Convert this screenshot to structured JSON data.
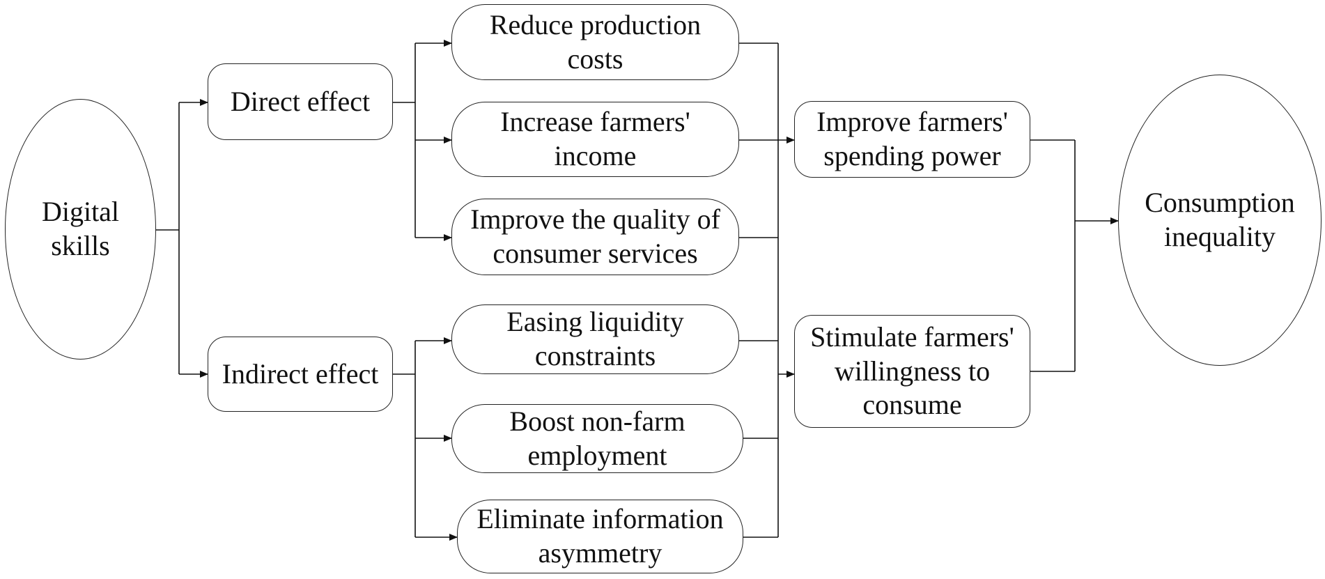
{
  "diagram": {
    "source": {
      "lines": [
        "Digital",
        "skills"
      ]
    },
    "direct": {
      "label": "Direct effect"
    },
    "indirect": {
      "label": "Indirect effect"
    },
    "mechanisms": [
      {
        "lines": [
          "Reduce production",
          "costs"
        ]
      },
      {
        "lines": [
          "Increase farmers'",
          "income"
        ]
      },
      {
        "lines": [
          "Improve the quality of",
          "consumer services"
        ]
      },
      {
        "lines": [
          "Easing liquidity",
          "constraints"
        ]
      },
      {
        "lines": [
          "Boost non-farm",
          "employment"
        ]
      },
      {
        "lines": [
          "Eliminate information",
          "asymmetry"
        ]
      }
    ],
    "outcomes": [
      {
        "lines": [
          "Improve farmers'",
          "spending power"
        ]
      },
      {
        "lines": [
          "Stimulate farmers'",
          "willingness to",
          "consume"
        ]
      }
    ],
    "target": {
      "lines": [
        "Consumption",
        "inequality"
      ]
    }
  }
}
